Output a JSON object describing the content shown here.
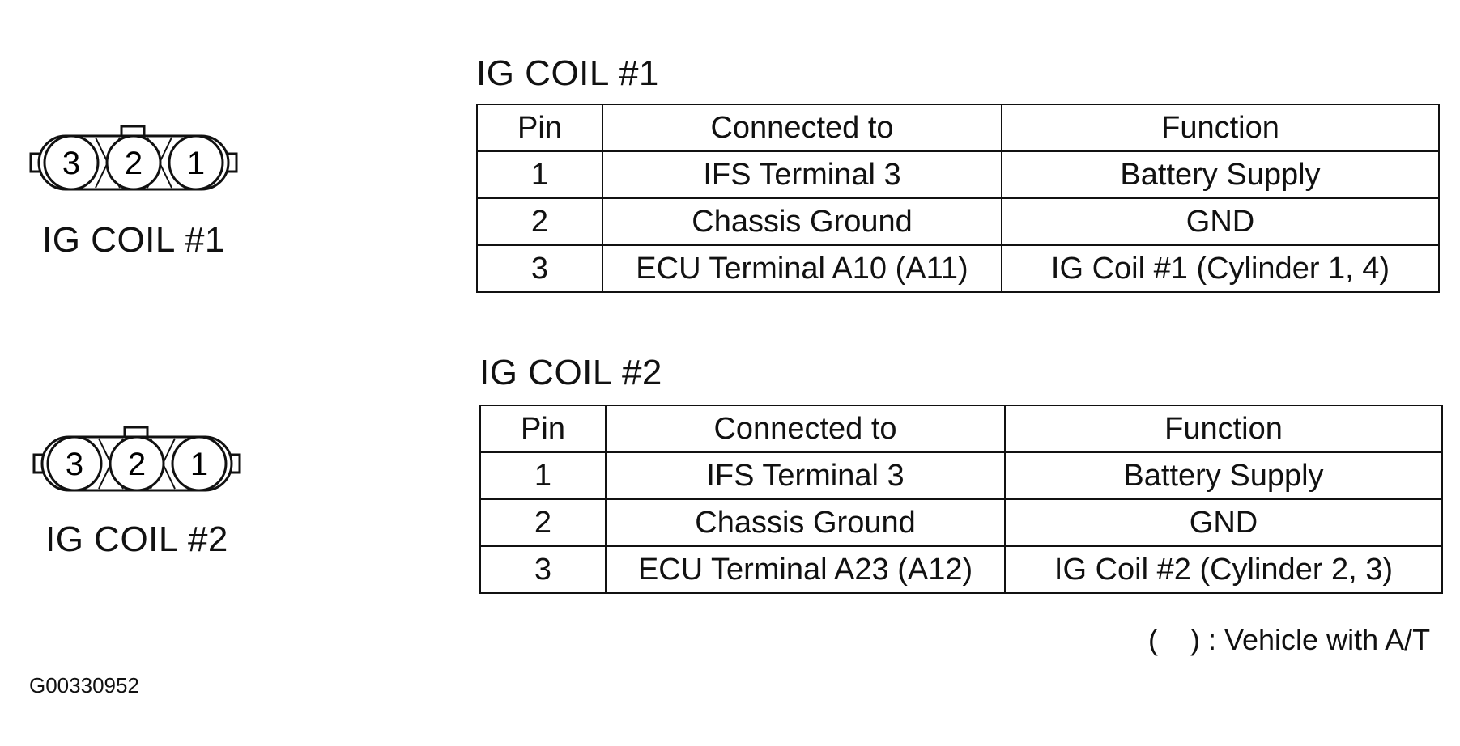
{
  "connectors": [
    {
      "label": "IG COIL #1",
      "pins": [
        "3",
        "2",
        "1"
      ]
    },
    {
      "label": "IG COIL #2",
      "pins": [
        "3",
        "2",
        "1"
      ]
    }
  ],
  "tables": [
    {
      "title": "IG COIL #1",
      "headers": [
        "Pin",
        "Connected to",
        "Function"
      ],
      "rows": [
        [
          "1",
          "IFS Terminal 3",
          "Battery Supply"
        ],
        [
          "2",
          "Chassis Ground",
          "GND"
        ],
        [
          "3",
          "ECU Terminal A10 (A11)",
          "IG Coil #1 (Cylinder 1, 4)"
        ]
      ]
    },
    {
      "title": "IG COIL #2",
      "headers": [
        "Pin",
        "Connected to",
        "Function"
      ],
      "rows": [
        [
          "1",
          "IFS Terminal 3",
          "Battery Supply"
        ],
        [
          "2",
          "Chassis Ground",
          "GND"
        ],
        [
          "3",
          "ECU Terminal A23 (A12)",
          "IG Coil #2 (Cylinder 2, 3)"
        ]
      ]
    }
  ],
  "note": "(    ) : Vehicle with A/T",
  "figure_id": "G00330952"
}
